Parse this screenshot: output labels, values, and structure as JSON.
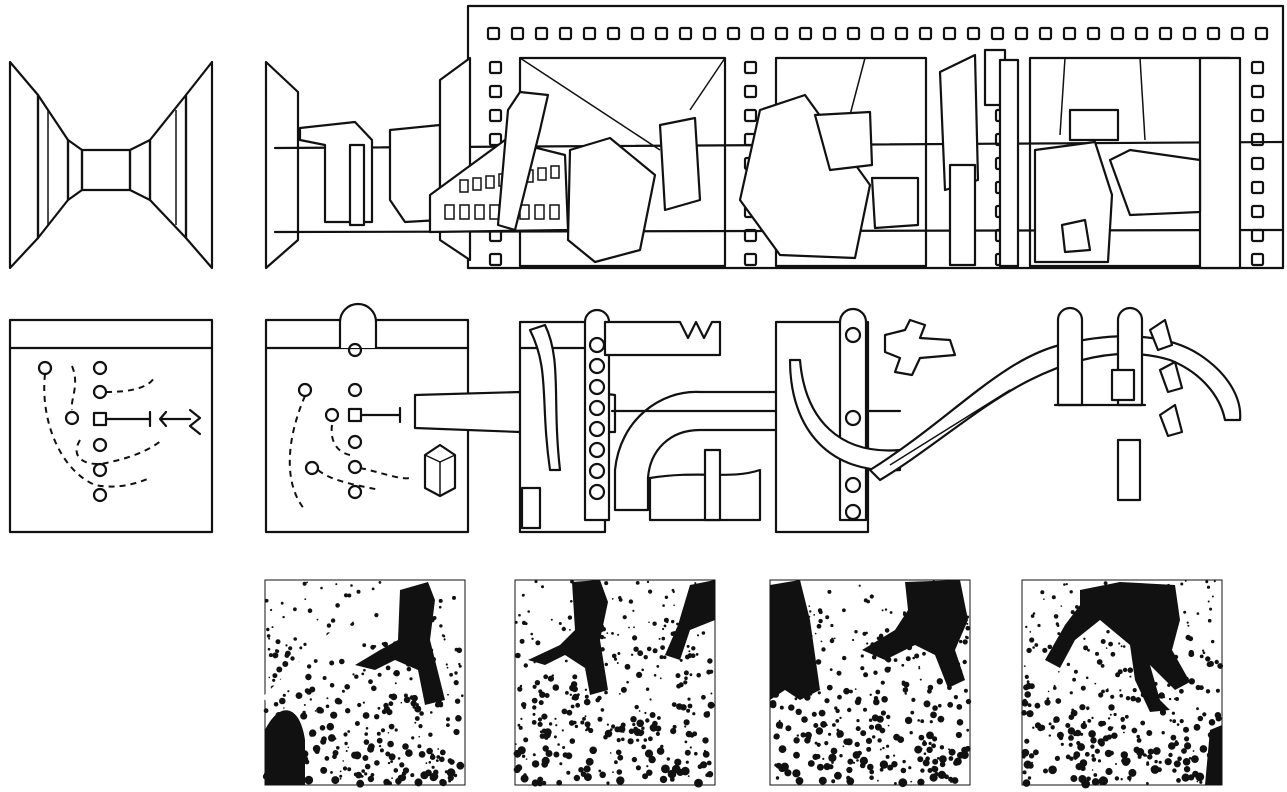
{
  "figure": {
    "rows": [
      {
        "name": "corridor-row",
        "panels": [
          "corridor-small",
          "corridor-film-strip"
        ]
      },
      {
        "name": "playbook-row",
        "panels": [
          "play-diagram-small",
          "play-diagram-film-strip"
        ]
      },
      {
        "name": "photo-row",
        "panels": [
          "running-photo-1",
          "running-photo-2",
          "running-photo-3",
          "running-photo-4"
        ]
      }
    ],
    "colors": {
      "ink": "#111111",
      "paper": "#ffffff"
    }
  }
}
